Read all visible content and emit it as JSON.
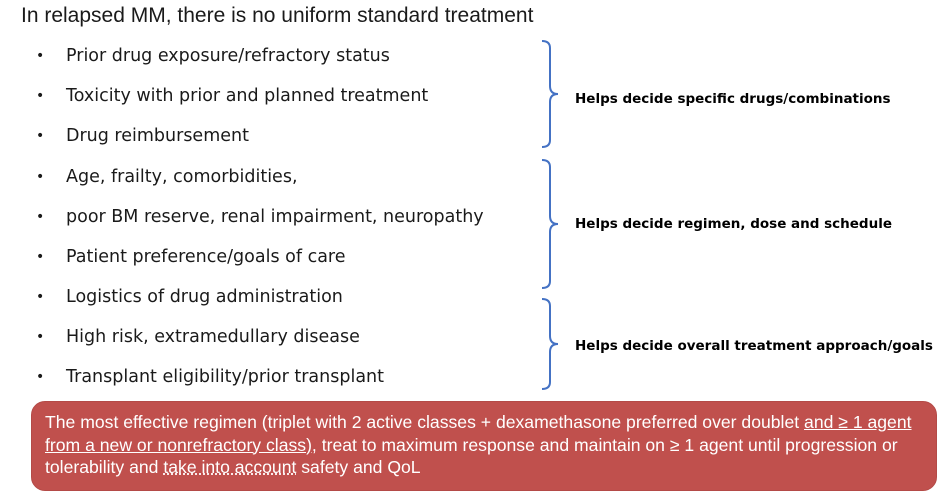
{
  "title": "In relapsed MM, there is no uniform standard treatment",
  "bullet_glyph": "•",
  "bullets": [
    "Prior drug exposure/refractory status",
    "Toxicity with prior and planned treatment",
    "Drug reimbursement",
    "Age, frailty, comorbidities,",
    "poor BM reserve, renal impairment, neuropathy",
    "Patient preference/goals of care",
    "Logistics of drug administration",
    "High risk, extramedullary disease",
    "Transplant eligibility/prior transplant"
  ],
  "groups": [
    {
      "label": "Helps decide specific drugs/combinations"
    },
    {
      "label": "Helps decide regimen, dose and schedule"
    },
    {
      "label": "Helps decide overall treatment approach/goals"
    }
  ],
  "callout": {
    "part1": "The most effective regimen (triplet with 2 active classes + dexamethasone preferred over doublet ",
    "part2_underlined": "and ≥ 1 agent from a new or nonrefractory class),",
    "part3": " treat to maximum response and maintain on ≥ 1 agent until progression or tolerability and ",
    "part4_dotted": "take into account",
    "part5": " safety and QoL"
  },
  "colors": {
    "bracket": "#4472c4",
    "callout_bg": "#c0504d",
    "callout_border": "#b44a47",
    "callout_text": "#ffffff"
  }
}
